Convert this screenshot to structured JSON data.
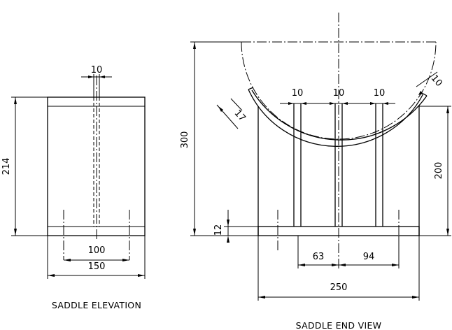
{
  "elevation": {
    "title": "SADDLE ELEVATION",
    "dims": {
      "width": "150",
      "bolt_spacing": "100",
      "height": "214",
      "web": "10"
    }
  },
  "end_view": {
    "title": "SADDLE END VIEW",
    "dims": {
      "overall_height": "300",
      "base_thickness": "12",
      "side_height": "200",
      "base_width": "250",
      "bolt_left": "63",
      "bolt_right": "94",
      "web_left": "10",
      "web_center": "10",
      "web_right": "10",
      "saddle_plate": "10",
      "plate_ext_left": "17"
    }
  }
}
